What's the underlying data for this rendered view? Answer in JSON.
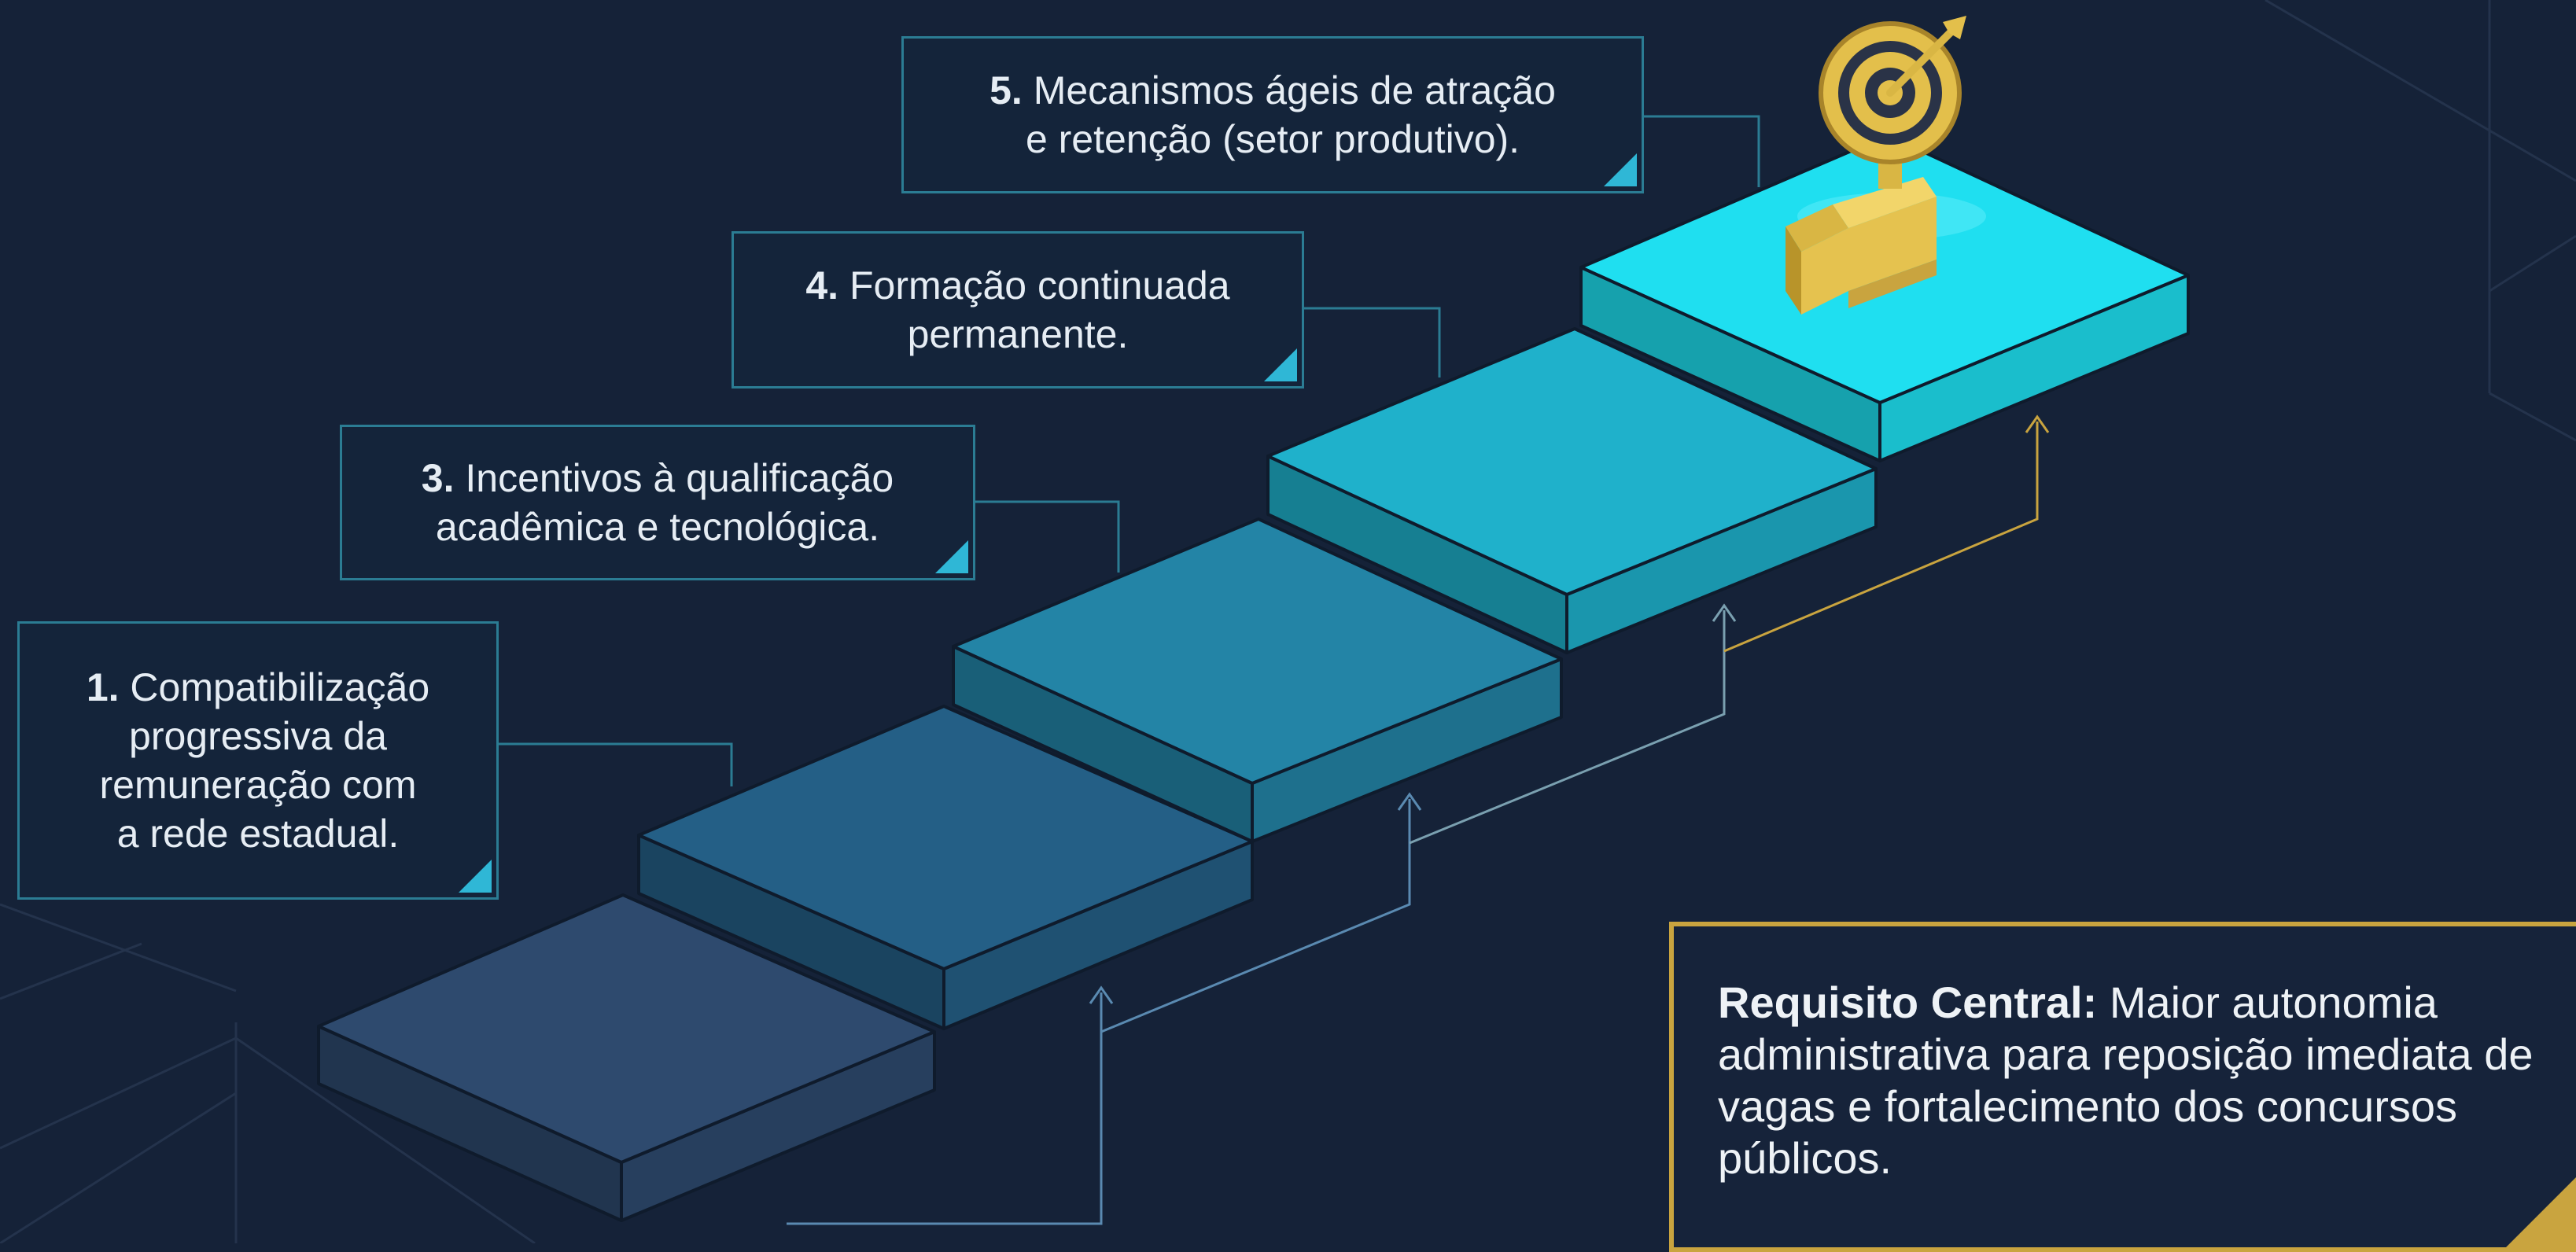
{
  "callouts": [
    {
      "num": "1.",
      "lines": [
        "Compatibilização",
        "progressiva da",
        "remuneração com",
        "a rede estadual."
      ]
    },
    {
      "num": "3.",
      "lines": [
        "Incentivos à qualificação",
        "acadêmica e tecnológica."
      ]
    },
    {
      "num": "4.",
      "lines": [
        "Formação continuada",
        "permanente."
      ]
    },
    {
      "num": "5.",
      "lines": [
        "Mecanismos ágeis de atração",
        "e retenção (setor produtivo)."
      ]
    }
  ],
  "requirement": {
    "label": "Requisito Central:",
    "text": "Maior autonomia administrativa para reposição imediata de vagas e fortalecimento dos concursos públicos."
  },
  "colors": {
    "background": "#152238",
    "steps": [
      "#2e4a6e",
      "#245f86",
      "#2384a6",
      "#1fb1cb",
      "#1fdff0"
    ],
    "accent_gold": "#c9a43f",
    "callout_border": "#2b7c93"
  },
  "icons": [
    "target-trophy-icon",
    "up-arrow-icon"
  ]
}
